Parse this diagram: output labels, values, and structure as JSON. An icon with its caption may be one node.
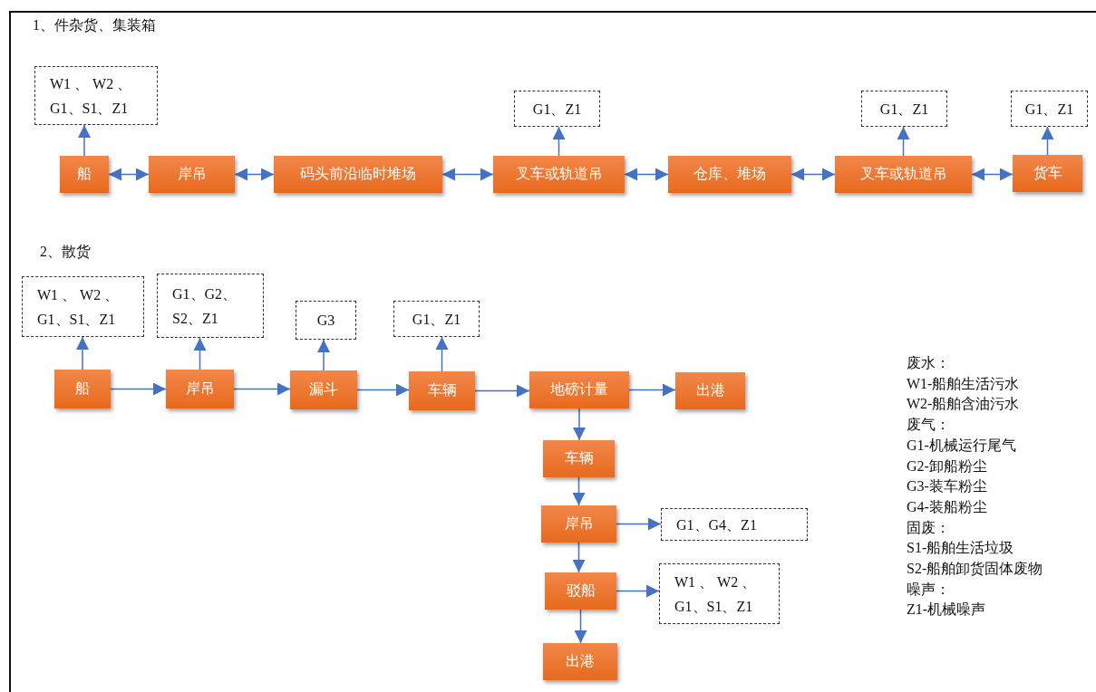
{
  "diagram": {
    "nodes": [
      {
        "text": [
          "W1 、 W2 、 G1、S1、Z1"
        ]
      },
      {
        "text": [
          "G1、Z1"
        ]
      },
      {
        "text": [
          "G1、Z1"
        ]
      },
      {
        "text": [
          "G1、Z1"
        ]
      },
      {
        "text": [
          "船"
        ]
      },
      {
        "text": [
          "岸吊"
        ]
      },
      {
        "text": [
          "码头前沿临时堆场"
        ]
      },
      {
        "text": [
          "叉车或轨道吊"
        ]
      },
      {
        "text": [
          "仓库、堆场"
        ]
      },
      {
        "text": [
          "叉车或轨道吊"
        ]
      },
      {
        "text": [
          "货车"
        ]
      },
      {
        "text": [
          "W1 、 W2 、 G1、S1、Z1"
        ]
      },
      {
        "text": [
          "G1、G2、 S2、Z1"
        ]
      },
      {
        "text": [
          "G3"
        ]
      },
      {
        "text": [
          "G1、Z1"
        ]
      },
      {
        "text": [
          "船"
        ]
      },
      {
        "text": [
          "岸吊"
        ]
      },
      {
        "text": [
          "漏斗"
        ]
      },
      {
        "text": [
          "车辆"
        ]
      },
      {
        "text": [
          "地磅计量"
        ]
      },
      {
        "text": [
          "出港"
        ]
      },
      {
        "text": [
          "车辆"
        ]
      },
      {
        "text": [
          "岸吊"
        ]
      },
      {
        "text": [
          "G1、G4、Z1"
        ]
      },
      {
        "text": [
          "驳船"
        ]
      },
      {
        "text": [
          "W1 、 W2 、 G1、S1、Z1"
        ]
      },
      {
        "text": [
          "出港"
        ]
      }
    ],
    "edges": [
      {
        "from": 4,
        "to": 0,
        "arrow": "to"
      },
      {
        "from": 7,
        "to": 1,
        "arrow": "to"
      },
      {
        "from": 9,
        "to": 2,
        "arrow": "to"
      },
      {
        "from": 10,
        "to": 3,
        "arrow": "to"
      },
      {
        "from": 4,
        "to": 5,
        "arrow": "both"
      },
      {
        "from": 5,
        "to": 6,
        "arrow": "both"
      },
      {
        "from": 6,
        "to": 7,
        "arrow": "both"
      },
      {
        "from": 7,
        "to": 8,
        "arrow": "both"
      },
      {
        "from": 8,
        "to": 9,
        "arrow": "both"
      },
      {
        "from": 9,
        "to": 10,
        "arrow": "both"
      },
      {
        "from": 15,
        "to": 11,
        "arrow": "to"
      },
      {
        "from": 16,
        "to": 12,
        "arrow": "to"
      },
      {
        "from": 17,
        "to": 13,
        "arrow": "to"
      },
      {
        "from": 18,
        "to": 14,
        "arrow": "to"
      },
      {
        "from": 15,
        "to": 16,
        "arrow": "to"
      },
      {
        "from": 16,
        "to": 17,
        "arrow": "to"
      },
      {
        "from": 17,
        "to": 18,
        "arrow": "to"
      },
      {
        "from": 18,
        "to": 19,
        "arrow": "to"
      },
      {
        "from": 19,
        "to": 20,
        "arrow": "to"
      },
      {
        "from": 19,
        "to": 21,
        "arrow": "to"
      },
      {
        "from": 21,
        "to": 22,
        "arrow": "to"
      },
      {
        "from": 22,
        "to": 23,
        "arrow": "to"
      },
      {
        "from": 22,
        "to": 24,
        "arrow": "to"
      },
      {
        "from": 24,
        "to": 25,
        "arrow": "to"
      },
      {
        "from": 24,
        "to": 26,
        "arrow": "to"
      }
    ],
    "labels": [
      "1、件杂货、集装箱",
      "2、散货",
      "废水：",
      "W1-船舶生活污水",
      "W2-船舶含油污水",
      "废气：",
      "G1-机械运行尾气",
      "G2-卸船粉尘",
      "G3-装车粉尘",
      "G4-装船粉尘",
      "固废：",
      "S1-船舶生活垃圾",
      "S2-船舶卸货固体废物",
      "噪声：",
      "Z1-机械噪声"
    ]
  }
}
